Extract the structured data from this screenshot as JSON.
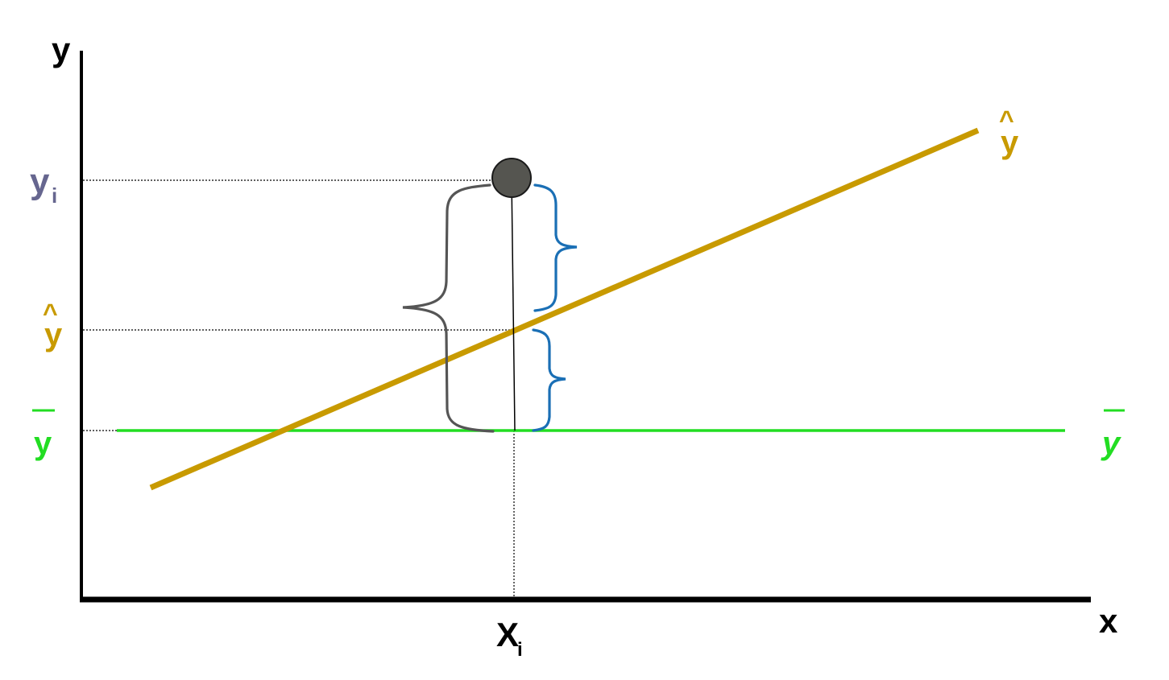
{
  "axes": {
    "y_label": "y",
    "x_label": "x"
  },
  "labels": {
    "yi_main": "y",
    "yi_sub": "i",
    "xi_main": "X",
    "xi_sub": "i",
    "yhat_axis_hat": "^",
    "yhat_axis": "y",
    "ybar_axis": "y",
    "yhat_line_hat": "^",
    "yhat_line": "y",
    "ybar_line": "y"
  },
  "colors": {
    "axis": "#000000",
    "regression_line": "#C89A00",
    "mean_line": "#22DD22",
    "total_brace": "#555555",
    "component_brace": "#1A6FB5",
    "data_point": "#555550",
    "yi_label": "#66668F",
    "guide": "#000000"
  }
}
